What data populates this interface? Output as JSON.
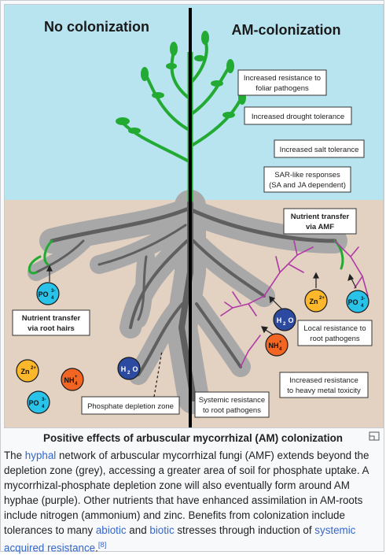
{
  "figure": {
    "left_heading": "No colonization",
    "right_heading": "AM-colonization",
    "labels": {
      "foliar": [
        "Increased resistance to",
        "foliar pathogens"
      ],
      "drought": [
        "Increased drought tolerance"
      ],
      "salt": [
        "Increased salt tolerance"
      ],
      "sar": [
        "SAR-like responses",
        "(SA and JA dependent)"
      ],
      "amf_transfer": [
        "Nutrient transfer",
        "via AMF"
      ],
      "root_hairs": [
        "Nutrient transfer",
        "via root hairs"
      ],
      "local": [
        "Local resistance to",
        "root pathogens"
      ],
      "heavy_metal": [
        "Increased resistance",
        "to heavy metal toxicity"
      ],
      "systemic": [
        "Systemic resistance",
        "to root pathogens"
      ],
      "depletion": [
        "Phosphate depletion zone"
      ]
    },
    "nutrients": {
      "po4": "PO",
      "po4_sub": "4",
      "po4_sup": "3-",
      "zn": "Zn",
      "zn_sup": "2+",
      "nh4": "NH",
      "nh4_sub": "4",
      "nh4_sup": "+",
      "h2o": "H",
      "h2o_sub": "2",
      "h2o_tail": "O"
    },
    "colors": {
      "sky": "#b8e4f0",
      "soil": "#e3d1c2",
      "plant": "#22aa33",
      "root_zone": "#a6a6a6",
      "root": "#5f5f5f",
      "hyphae": "#b03aa6",
      "po4": "#29c2e8",
      "zn": "#fcb72a",
      "nh4": "#f26522",
      "h2o": "#2b4aa0"
    }
  },
  "caption": {
    "title": "Positive effects of arbuscular mycorrhizal (AM) colonization",
    "t1": "The ",
    "link_hyphal": "hyphal",
    "t2": " network of arbuscular mycorrhizal fungi (AMF) extends beyond the depletion zone (grey), accessing a greater area of soil for phosphate uptake. A mycorrhizal-phosphate depletion zone will also eventually form around AM hyphae (purple). Other nutrients that have enhanced assimilation in AM-roots include nitrogen (ammonium) and zinc. Benefits from colonization include tolerances to many ",
    "link_abiotic": "abiotic",
    "t3": " and ",
    "link_biotic": "biotic",
    "t4": " stresses through induction of ",
    "link_sar": "systemic acquired resistance",
    "t5": ".",
    "ref": "[8]"
  }
}
